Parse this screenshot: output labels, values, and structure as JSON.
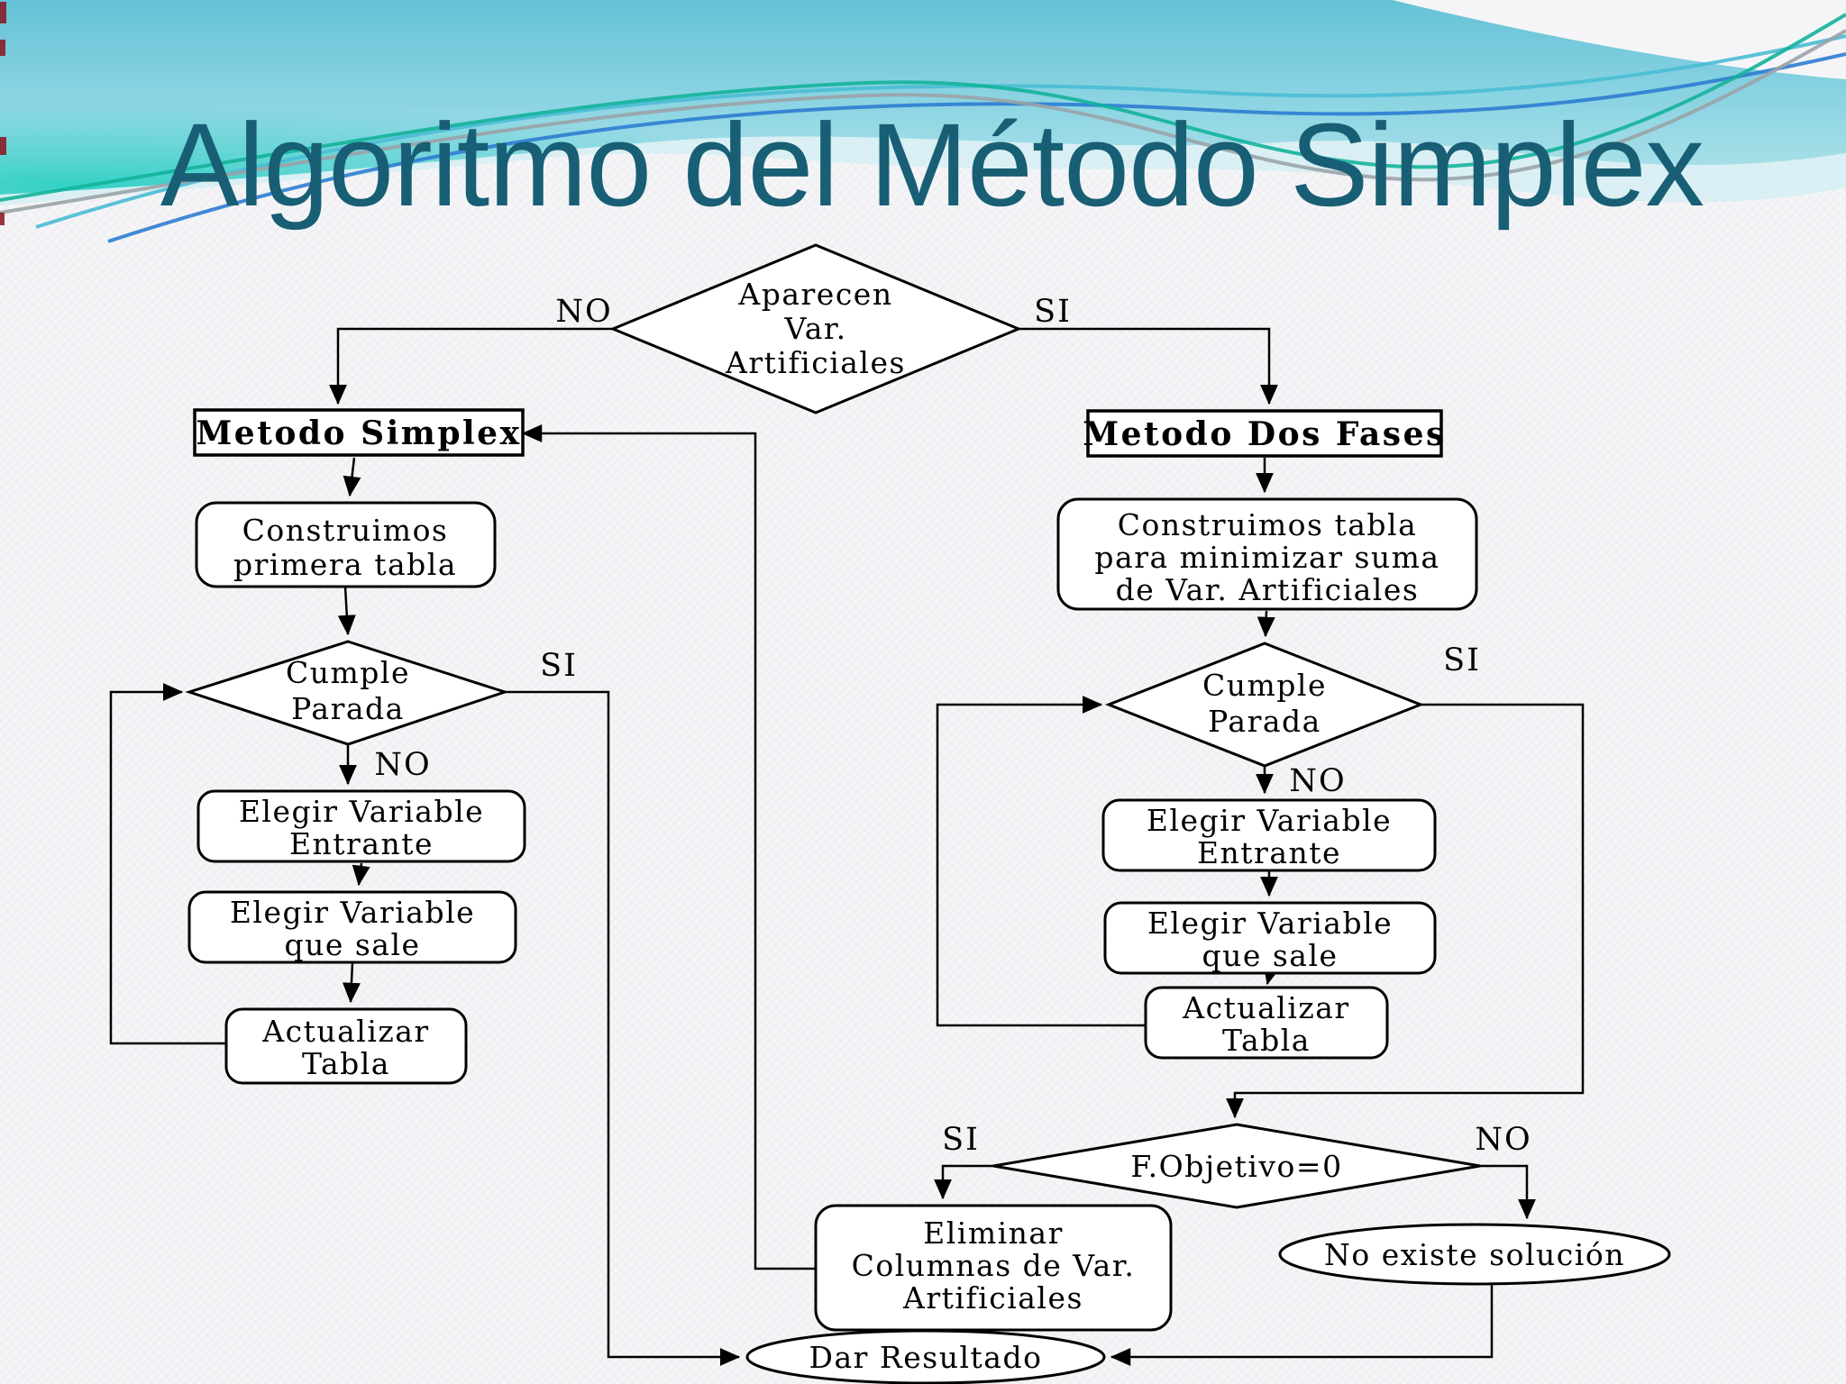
{
  "title": "Algoritmo del Método Simplex",
  "colors": {
    "title": "#185f75",
    "diagram_ink": "#000000",
    "node_fill": "#ffffff",
    "wave_teal_dark": "#64c2d6",
    "wave_teal_light": "#b2e4ea",
    "wave_turquoise": "#2dd0c3",
    "accent_green": "#14b39a",
    "accent_gray": "#9aa3a8",
    "accent_cyan": "#49bcd4",
    "accent_blue": "#2d7dd2"
  },
  "flowchart": {
    "decisions": {
      "aparecen": {
        "lines": [
          "Aparecen",
          "Var.",
          "Artificiales"
        ]
      },
      "cumple_left": {
        "lines": [
          "Cumple",
          "Parada"
        ]
      },
      "cumple_right": {
        "lines": [
          "Cumple",
          "Parada"
        ]
      },
      "objetivo": {
        "label": "F.Objetivo=0"
      }
    },
    "processes": {
      "metodo_simplex": {
        "label": "Metodo Simplex"
      },
      "construimos_primera": {
        "lines": [
          "Construimos",
          "primera tabla"
        ]
      },
      "elegir_entrante_left": {
        "lines": [
          "Elegir Variable",
          "Entrante"
        ]
      },
      "elegir_sale_left": {
        "lines": [
          "Elegir Variable",
          "que sale"
        ]
      },
      "actualizar_left": {
        "lines": [
          "Actualizar",
          "Tabla"
        ]
      },
      "metodo_dos_fases": {
        "label": "Metodo Dos Fases"
      },
      "construimos_tabla": {
        "lines": [
          "Construimos tabla",
          "para minimizar suma",
          "de Var. Artificiales"
        ]
      },
      "elegir_entrante_right": {
        "lines": [
          "Elegir Variable",
          "Entrante"
        ]
      },
      "elegir_sale_right": {
        "lines": [
          "Elegir Variable",
          "que sale"
        ]
      },
      "actualizar_right": {
        "lines": [
          "Actualizar",
          "Tabla"
        ]
      },
      "eliminar_columnas": {
        "lines": [
          "Eliminar",
          "Columnas de Var.",
          "Artificiales"
        ]
      }
    },
    "terminals": {
      "no_existe": {
        "label": "No existe solución"
      },
      "dar_resultado": {
        "label": "Dar Resultado"
      }
    },
    "branch_labels": {
      "aparecen_no": "NO",
      "aparecen_si": "SI",
      "cumple_left_si": "SI",
      "cumple_left_no": "NO",
      "cumple_right_si": "SI",
      "cumple_right_no": "NO",
      "objetivo_si": "SI",
      "objetivo_no": "NO"
    }
  }
}
